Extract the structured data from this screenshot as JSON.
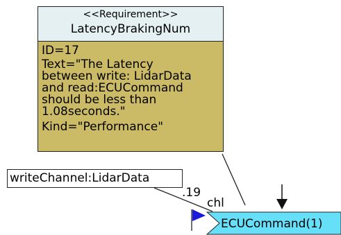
{
  "requirement": {
    "stereotype": "<<Requirement>>",
    "name": "LatencyBrakingNum",
    "id_line": "ID=17",
    "text_lines": [
      "Text=\"The Latency",
      "between write: LidarData",
      "and read:ECUCommand",
      "should be less than",
      "1.08seconds.\""
    ],
    "kind_line": "Kind=\"Performance\""
  },
  "channel": {
    "label": "writeChannel:LidarData"
  },
  "labels": {
    "number": ".19",
    "chl": "chl"
  },
  "ecu": {
    "label": "ECUCommand(1)"
  },
  "colors": {
    "requirement_header": "#e4f0f2",
    "requirement_body": "#cbbb66",
    "ecu_fill": "#66e0f8",
    "flag": "#1a1ad8"
  }
}
